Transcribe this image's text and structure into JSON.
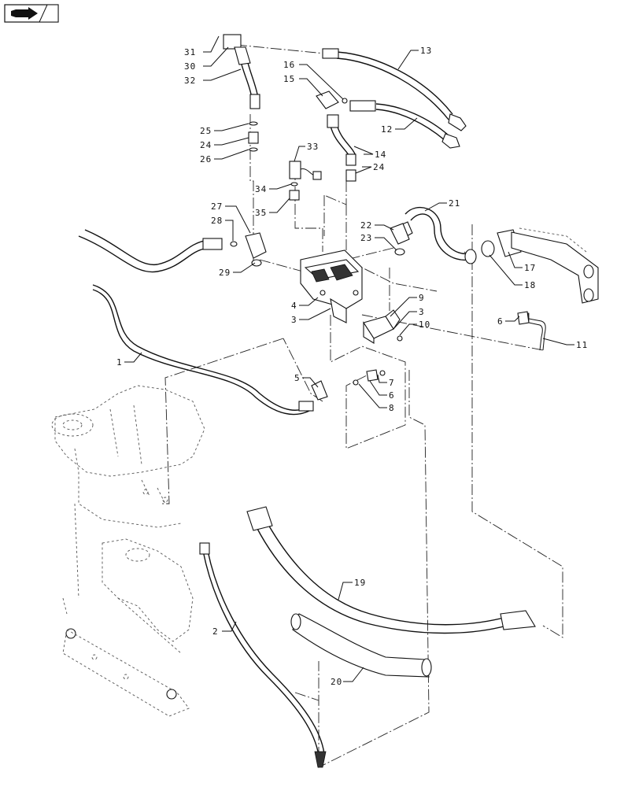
{
  "icon": "arrow-right-icon",
  "callouts": [
    {
      "id": "c31",
      "text": "31"
    },
    {
      "id": "c30",
      "text": "30"
    },
    {
      "id": "c32",
      "text": "32"
    },
    {
      "id": "c13",
      "text": "13"
    },
    {
      "id": "c16",
      "text": "16"
    },
    {
      "id": "c15",
      "text": "15"
    },
    {
      "id": "c12",
      "text": "12"
    },
    {
      "id": "c25",
      "text": "25"
    },
    {
      "id": "c24a",
      "text": "24"
    },
    {
      "id": "c26",
      "text": "26"
    },
    {
      "id": "c33",
      "text": "33"
    },
    {
      "id": "c14",
      "text": "14"
    },
    {
      "id": "c24b",
      "text": "24"
    },
    {
      "id": "c34",
      "text": "34"
    },
    {
      "id": "c35",
      "text": "35"
    },
    {
      "id": "c27",
      "text": "27"
    },
    {
      "id": "c28",
      "text": "28"
    },
    {
      "id": "c29",
      "text": "29"
    },
    {
      "id": "c21",
      "text": "21"
    },
    {
      "id": "c22",
      "text": "22"
    },
    {
      "id": "c23",
      "text": "23"
    },
    {
      "id": "c17",
      "text": "17"
    },
    {
      "id": "c18",
      "text": "18"
    },
    {
      "id": "c4",
      "text": "4"
    },
    {
      "id": "c3a",
      "text": "3"
    },
    {
      "id": "c9",
      "text": "9"
    },
    {
      "id": "c3b",
      "text": "3"
    },
    {
      "id": "c10",
      "text": "10"
    },
    {
      "id": "c6a",
      "text": "6"
    },
    {
      "id": "c11",
      "text": "11"
    },
    {
      "id": "c1",
      "text": "1"
    },
    {
      "id": "c5",
      "text": "5"
    },
    {
      "id": "c7",
      "text": "7"
    },
    {
      "id": "c6b",
      "text": "6"
    },
    {
      "id": "c8",
      "text": "8"
    },
    {
      "id": "c19",
      "text": "19"
    },
    {
      "id": "c2",
      "text": "2"
    },
    {
      "id": "c20",
      "text": "20"
    }
  ]
}
